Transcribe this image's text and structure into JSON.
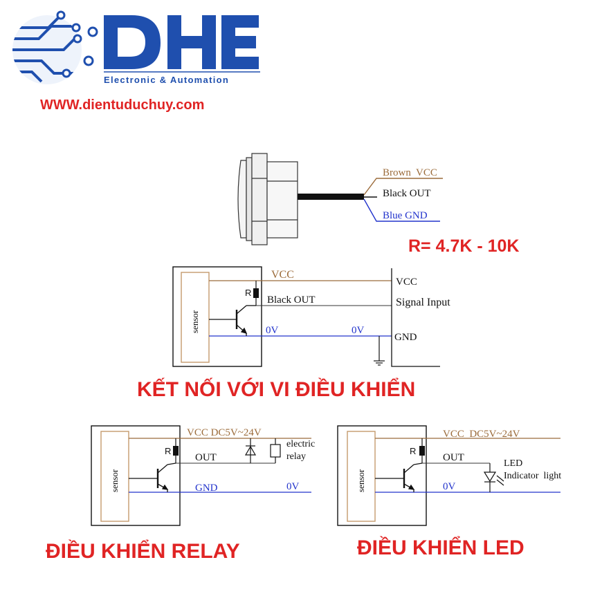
{
  "logo": {
    "letters": "DHE",
    "tagline": "Electronic & Automation",
    "website": "WWW.dientuduchuy.com",
    "colors": {
      "brand_blue": "#1f4fae",
      "website_red": "#e02424"
    }
  },
  "sensor_wires": {
    "brown": "Brown  VCC",
    "black": "Black OUT",
    "blue": "Blue GND"
  },
  "resistor_note": "R= 4.7K - 10K",
  "diagram1": {
    "sensor_label": "sensor",
    "resistor": "R",
    "vcc": "VCC",
    "out": "Black OUT",
    "zero_v_left": "0V",
    "zero_v_right": "0V",
    "right_vcc": "VCC",
    "right_signal": "Signal Input",
    "right_gnd": "GND",
    "caption": "KẾT NỐI VỚI VI ĐIỀU KHIỂN"
  },
  "diagram2": {
    "sensor_label": "sensor",
    "resistor": "R",
    "vcc": "VCC DC5V~24V",
    "out": "OUT",
    "gnd": "GND",
    "zero_v": "0V",
    "relay_line1": "electric",
    "relay_line2": "relay",
    "caption": "ĐIỀU KHIỂN RELAY"
  },
  "diagram3": {
    "sensor_label": "sensor",
    "resistor": "R",
    "vcc": "VCC  DC5V~24V",
    "out": "OUT",
    "zero_v": "0V",
    "led_line1": "LED",
    "led_line2": "Indicator  light",
    "caption": "ĐIỀU KHIỂN LED"
  },
  "colors": {
    "brown_wire": "#9b6b3a",
    "blue_wire": "#2233cc",
    "caption_red": "#e02424",
    "sensor_box_border": "#c49a6c"
  }
}
